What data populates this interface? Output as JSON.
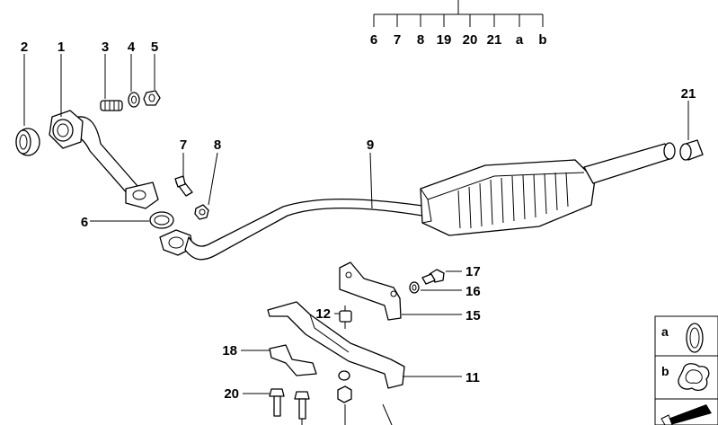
{
  "diagram": {
    "kit_labels": [
      "6",
      "7",
      "8",
      "19",
      "20",
      "21",
      "a",
      "b"
    ],
    "callouts": {
      "c1": "1",
      "c2": "2",
      "c3": "3",
      "c4": "4",
      "c5": "5",
      "c6": "6",
      "c7": "7",
      "c8": "8",
      "c9": "9",
      "c11": "11",
      "c12": "12",
      "c15": "15",
      "c16": "16",
      "c17": "17",
      "c18": "18",
      "c20": "20",
      "c21": "21"
    },
    "legend": {
      "a": "a",
      "b": "b"
    }
  }
}
